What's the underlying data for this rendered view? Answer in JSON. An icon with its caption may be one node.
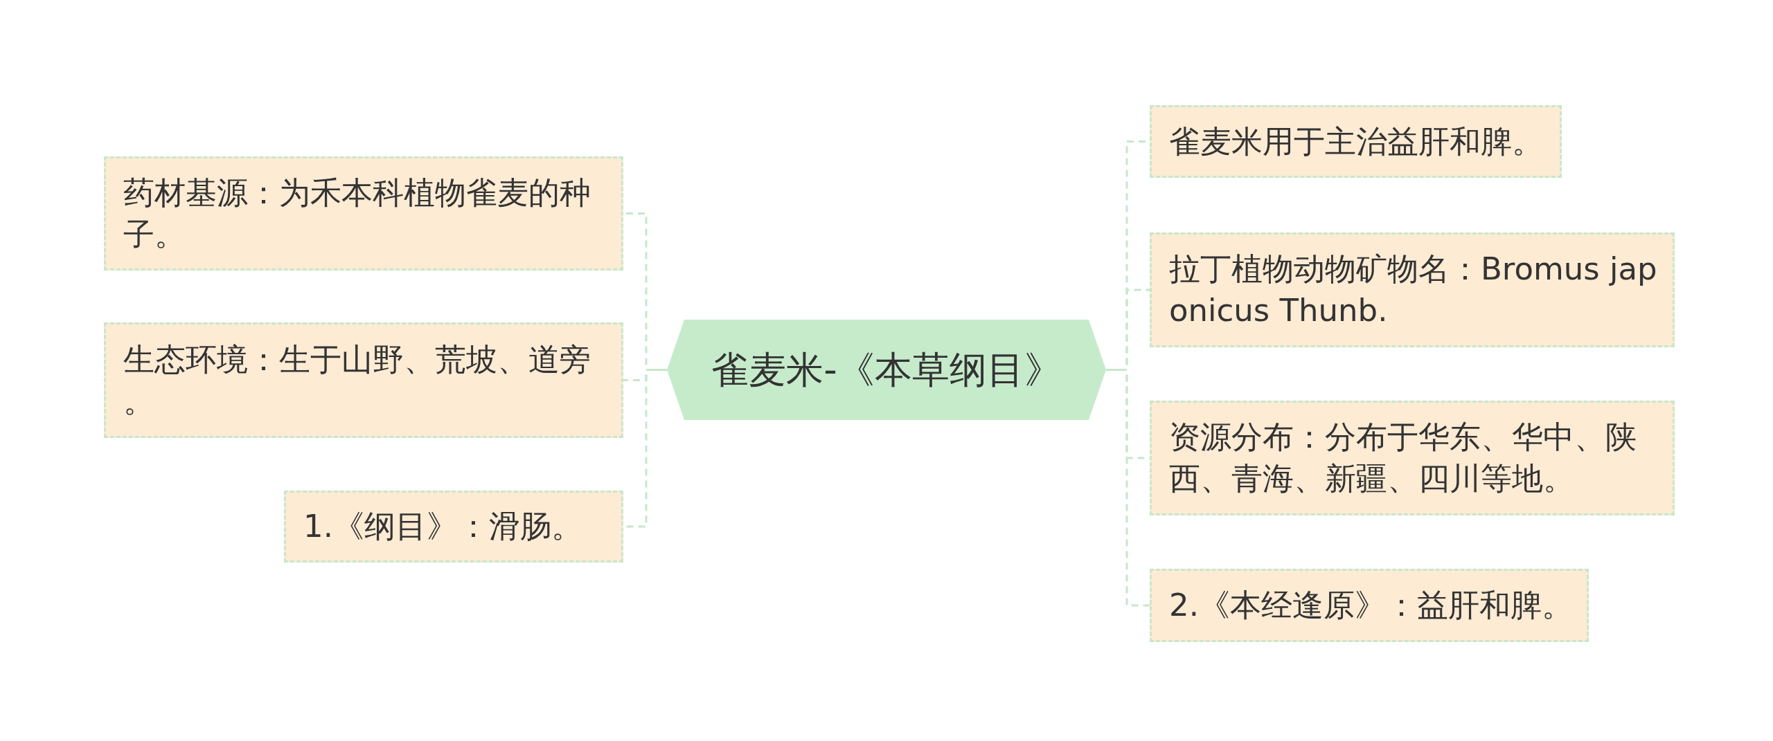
{
  "diagram": {
    "nodes": [
      {
        "text": [
          "雀麦米-《本草纲目》"
        ]
      },
      {
        "text": [
          "药材基源：为禾本科植物雀麦的种子。"
        ]
      },
      {
        "text": [
          "生态环境：生于山野、荒坡、道旁。"
        ]
      },
      {
        "text": [
          "1.《纲目》：滑肠。"
        ]
      },
      {
        "text": [
          "雀麦米用于主治益肝和脾。"
        ]
      },
      {
        "text": [
          "拉丁植物动物矿物名：Bromus japonicus Thunb."
        ]
      },
      {
        "text": [
          "资源分布：分布于华东、华中、陕西、青海、新疆、四川等地。"
        ]
      },
      {
        "text": [
          "2.《本经逢原》：益肝和脾。"
        ]
      }
    ],
    "edges": [
      {
        "from": 0,
        "to": 1,
        "arrow": "none"
      },
      {
        "from": 0,
        "to": 2,
        "arrow": "none"
      },
      {
        "from": 0,
        "to": 3,
        "arrow": "none"
      },
      {
        "from": 0,
        "to": 4,
        "arrow": "none"
      },
      {
        "from": 0,
        "to": 5,
        "arrow": "none"
      },
      {
        "from": 0,
        "to": 6,
        "arrow": "none"
      },
      {
        "from": 0,
        "to": 7,
        "arrow": "none"
      }
    ]
  }
}
